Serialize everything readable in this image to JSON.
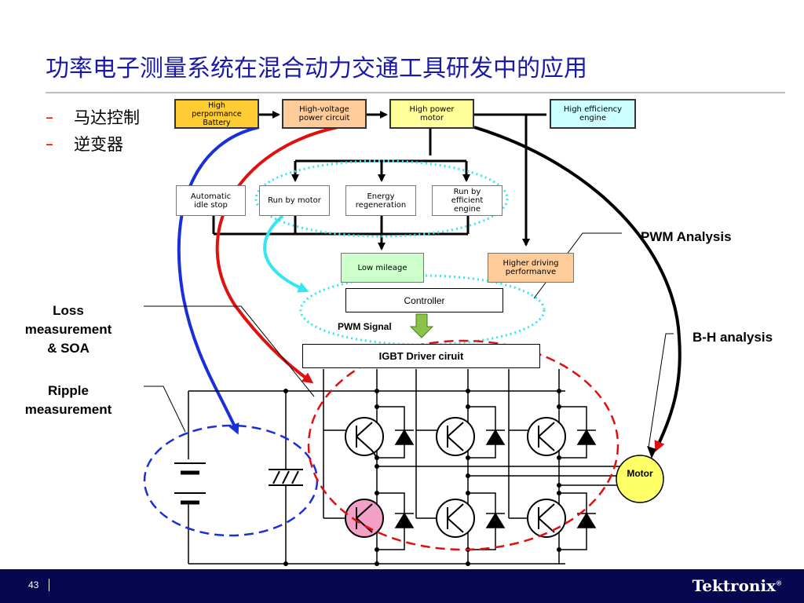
{
  "title": "功率电子测量系统在混合动力交通工具研发中的应用",
  "bullets": [
    "马达控制",
    "逆变器"
  ],
  "bullet_dash": "–",
  "top_boxes": {
    "battery": "High\nperpormance\nBattery",
    "hv_circuit": "High-voltage\npower circuit",
    "power_motor": "High power\nmotor",
    "efficiency_engine": "High efficiency\nengine"
  },
  "mid_boxes": {
    "auto_idle": "Automatic\nidle stop",
    "run_motor": "Run by motor",
    "energy_regen": "Energy\nregeneration",
    "run_efficient": "Run by\nefficient\nengine"
  },
  "low_boxes": {
    "low_mileage": "Low mileage",
    "higher_driving": "Higher driving\nperformanve"
  },
  "controller": "Controller",
  "pwm_signal": "PWM Signal",
  "igbt_driver": "IGBT Driver ciruit",
  "labels": {
    "pwm_analysis": "PWM Analysis",
    "loss": "Loss\nmeasurement\n& SOA",
    "ripple": "Ripple\nmeasurement",
    "bh": "B-H analysis"
  },
  "motor": "Motor",
  "footer": {
    "page": "43",
    "brand": "Tektronix",
    "brand_mark": "®"
  },
  "colors": {
    "title": "#1a1aa6",
    "footer_bg": "#07074f",
    "red_arrow": "#e01010",
    "blue_arrow": "#1b2fd8",
    "cyan_dots": "#33e6f0",
    "motor_fill": "#ffff66",
    "highlight_igbt": "#f2a0c8"
  }
}
